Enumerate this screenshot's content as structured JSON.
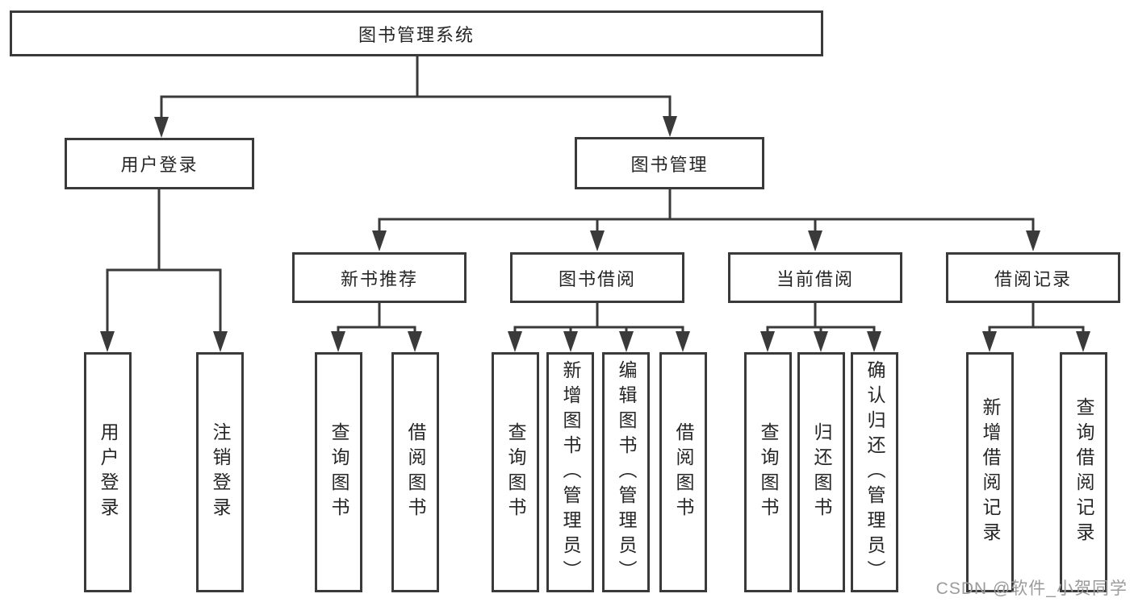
{
  "diagram": {
    "title": "图书管理系统",
    "branches": [
      {
        "label": "用户登录",
        "children": [
          {
            "label": "用户登录"
          },
          {
            "label": "注销登录"
          }
        ]
      },
      {
        "label": "图书管理",
        "children": [
          {
            "label": "新书推荐",
            "children": [
              {
                "label": "查询图书"
              },
              {
                "label": "借阅图书"
              }
            ]
          },
          {
            "label": "图书借阅",
            "children": [
              {
                "label": "查询图书"
              },
              {
                "label": "新增图书（管理员）"
              },
              {
                "label": "编辑图书（管理员）"
              },
              {
                "label": "借阅图书"
              }
            ]
          },
          {
            "label": "当前借阅",
            "children": [
              {
                "label": "查询图书"
              },
              {
                "label": "归还图书"
              },
              {
                "label": "确认归还（管理员）"
              }
            ]
          },
          {
            "label": "借阅记录",
            "children": [
              {
                "label": "新增借阅记录"
              },
              {
                "label": "查询借阅记录"
              }
            ]
          }
        ]
      }
    ]
  },
  "watermark": "CSDN @软件_小贺同学",
  "colors": {
    "line": "#3a3a3a",
    "text": "#262626",
    "watermark": "#9b9b9b",
    "background": "#ffffff"
  }
}
